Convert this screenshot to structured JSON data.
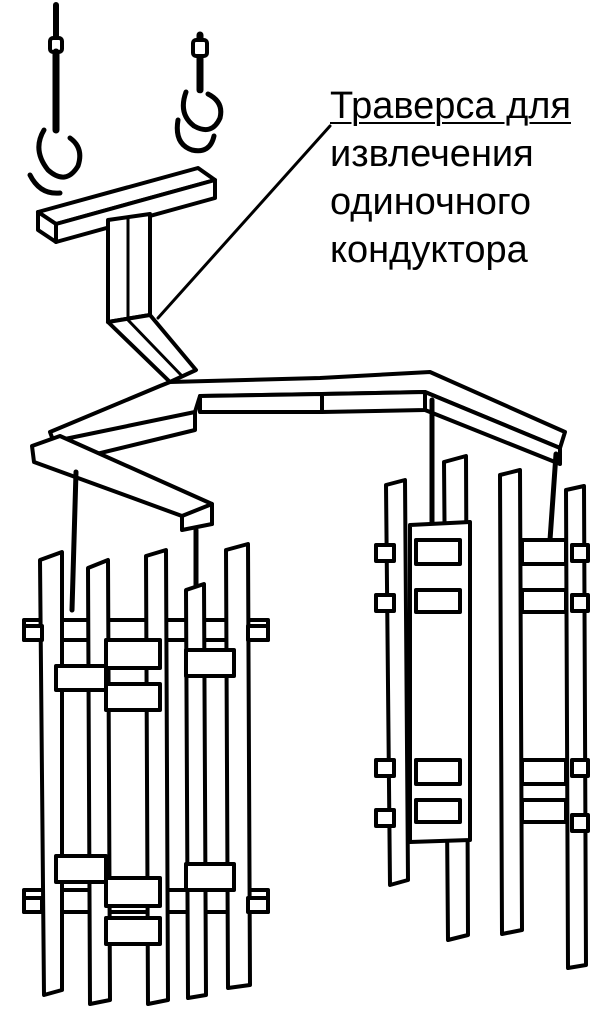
{
  "label": {
    "lines": [
      "Траверса для",
      "извлечения",
      "одиночного",
      "кондуктора"
    ]
  },
  "colors": {
    "ink": "#000000",
    "paper": "#ffffff"
  }
}
